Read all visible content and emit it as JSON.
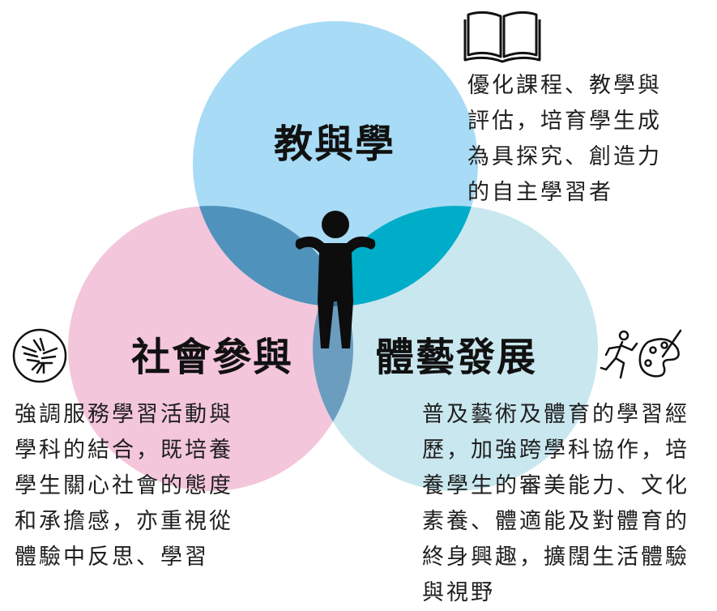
{
  "circles": {
    "teaching": {
      "title": "教與學",
      "color": "#a8dbf5",
      "description_lines": [
        "優化課程、教學與",
        "評估，培育學生成",
        "為具探究、創造力",
        "的自主學習者"
      ],
      "icon": "open-book-icon"
    },
    "community": {
      "title": "社會參與",
      "color": "#f3c6db",
      "description_lines": [
        "強調服務學習活動與",
        "學科的結合，既培養",
        "學生關心社會的態度",
        "和承擔感，亦重視從",
        "體驗中反思、學習"
      ],
      "icon": "joined-hands-icon"
    },
    "arts": {
      "title": "體藝發展",
      "color": "#c9e7ef",
      "description_lines": [
        "普及藝術及體育的學習經",
        "歷，加強跨學科協作，培",
        "養學生的審美能力、文化",
        "素養、體適能及對體育的",
        "終身興趣，擴闊生活體驗",
        "與視野"
      ],
      "icon": "runner-palette-icon"
    }
  },
  "overlap_colors": {
    "teaching_community": "#4f92bb",
    "teaching_arts": "#00adc8",
    "community_arts": "#6b9dbf",
    "center": "#3a6f97"
  },
  "center_figure": "person-arms-raised-icon"
}
